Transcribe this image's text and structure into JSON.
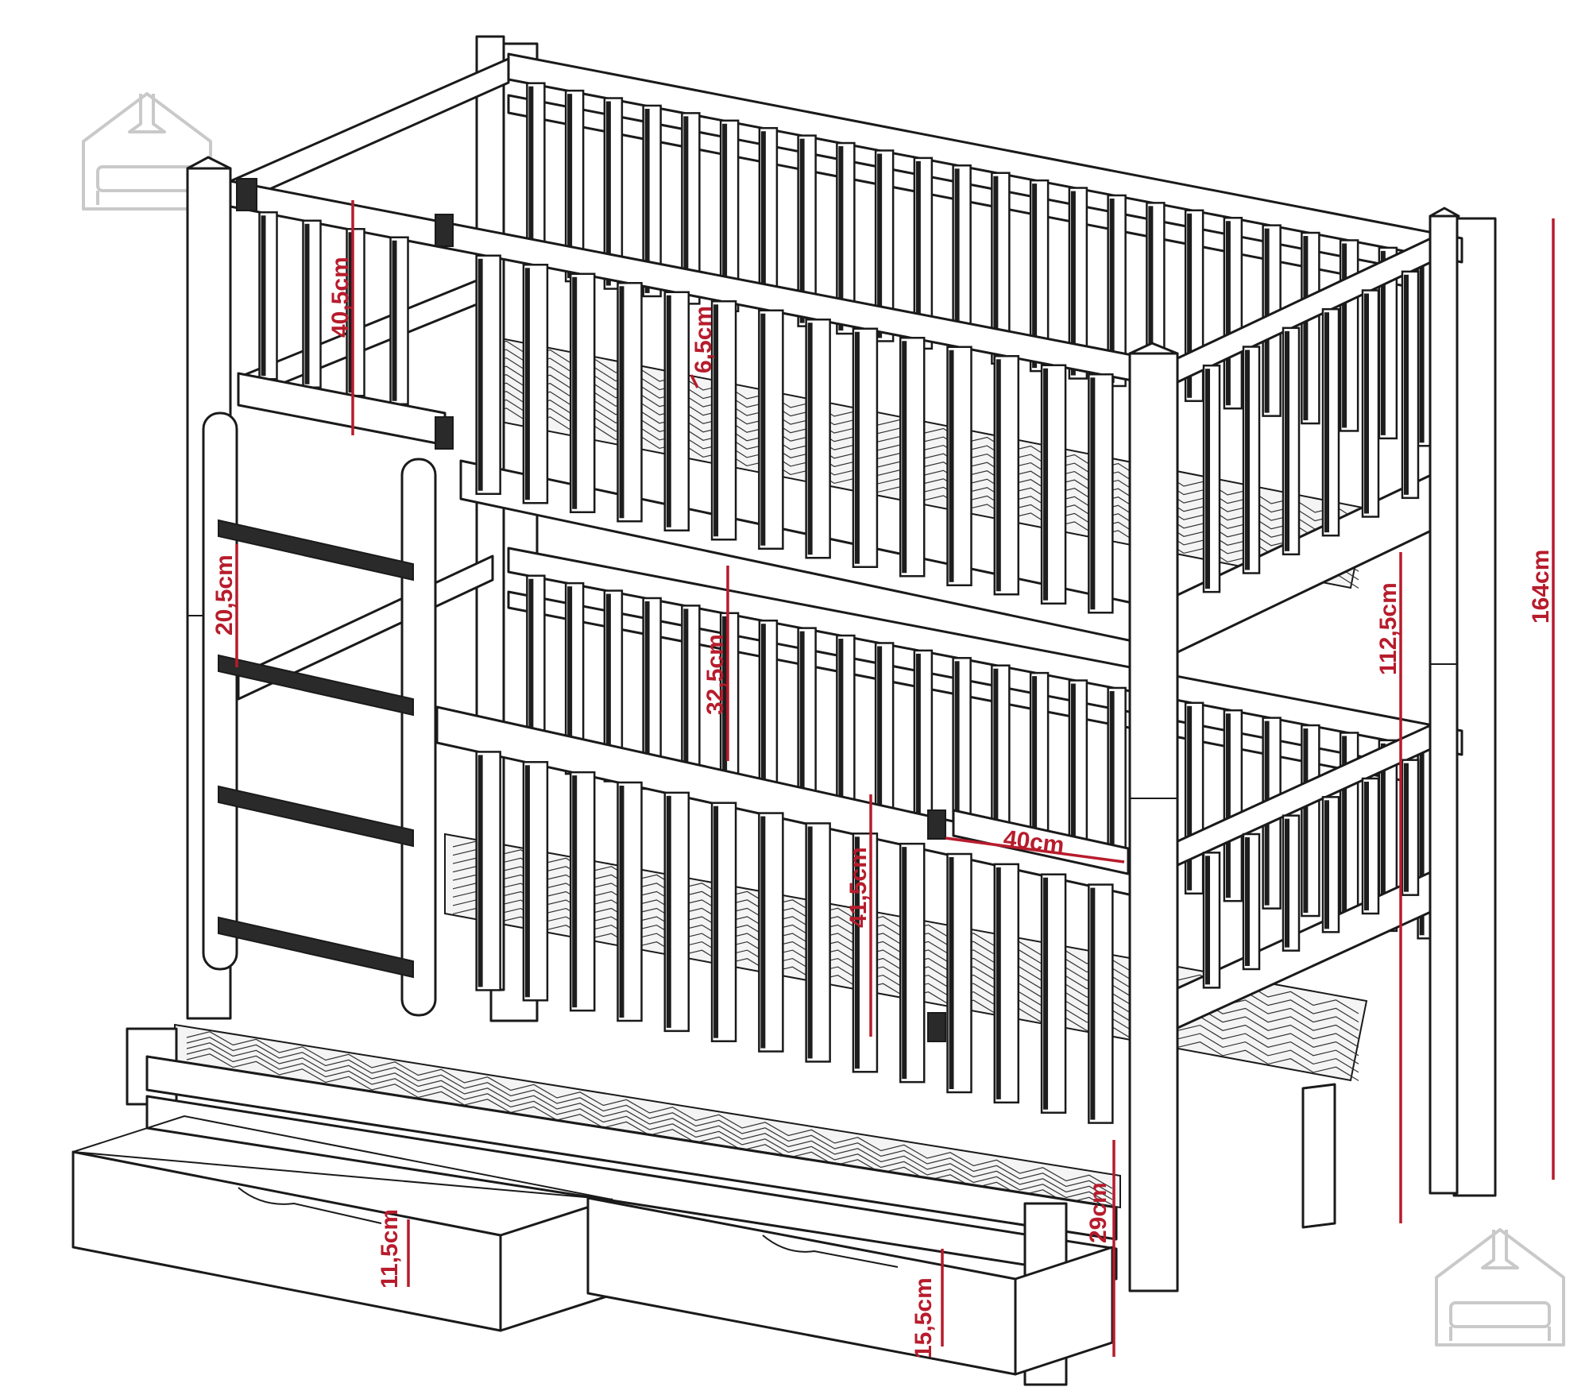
{
  "dimensions": {
    "top_rail_height": "40,5cm",
    "slat_gap": "6,5cm",
    "ladder_step": "20,5cm",
    "lower_rail_height": "32,5cm",
    "lower_bed_height": "41,5cm",
    "door_opening": "40cm",
    "under_top_height": "112,5cm",
    "total_height": "164cm",
    "trundle_height": "29cm",
    "drawer_front_left": "11,5cm",
    "drawer_front_right": "15,5cm"
  },
  "colors": {
    "dimension": "#b71c2c",
    "line": "#1a1a1a",
    "watermark": "#c9c9c9"
  },
  "watermark": {
    "icon": "house-bed-logo-icon",
    "count": 2
  }
}
